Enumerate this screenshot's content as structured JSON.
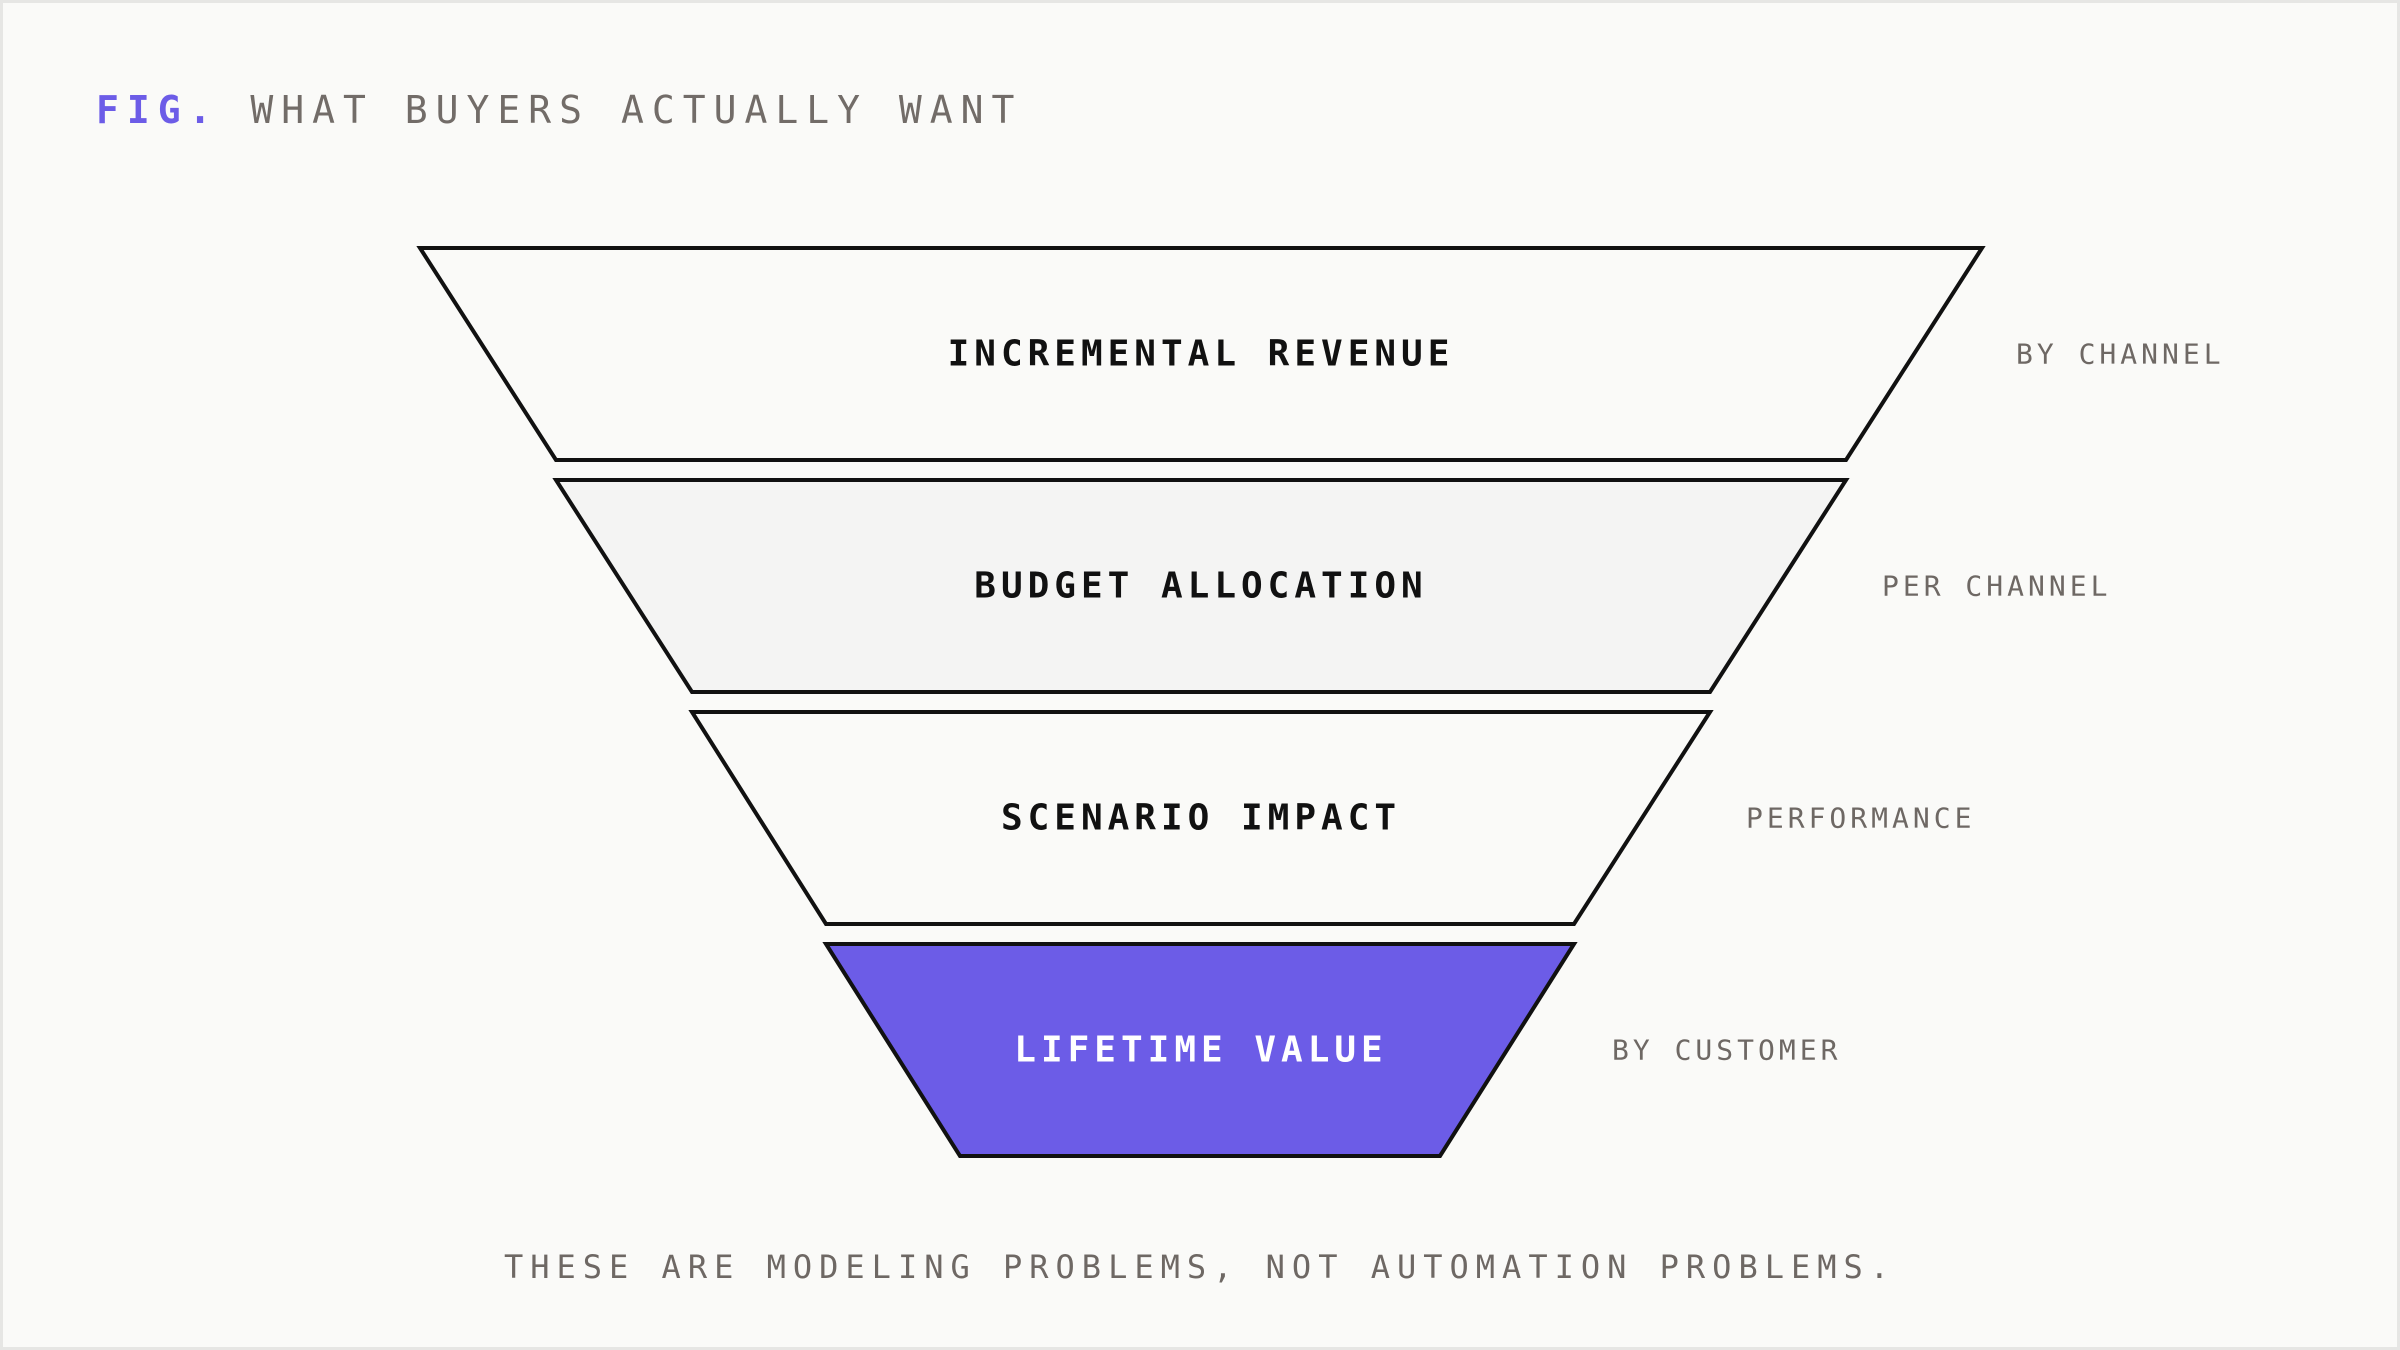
{
  "figure": {
    "prefix": "FIG.",
    "title": "WHAT BUYERS ACTUALLY WANT"
  },
  "funnel": {
    "stages": [
      {
        "label": "INCREMENTAL REVENUE",
        "side_label": "BY CHANNEL",
        "fill": "#fafaf8",
        "highlight": false
      },
      {
        "label": "BUDGET ALLOCATION",
        "side_label": "PER CHANNEL",
        "fill": "#f4f4f3",
        "highlight": false
      },
      {
        "label": "SCENARIO IMPACT",
        "side_label": "PERFORMANCE",
        "fill": "#fafaf8",
        "highlight": false
      },
      {
        "label": "LIFETIME VALUE",
        "side_label": "BY CUSTOMER",
        "fill": "#6c5ce7",
        "highlight": true
      }
    ]
  },
  "caption": "THESE ARE MODELING PROBLEMS, NOT AUTOMATION PROBLEMS.",
  "colors": {
    "accent": "#6c5ce7",
    "stroke": "#111111",
    "muted_text": "#6e6864",
    "background": "#fafaf8"
  }
}
